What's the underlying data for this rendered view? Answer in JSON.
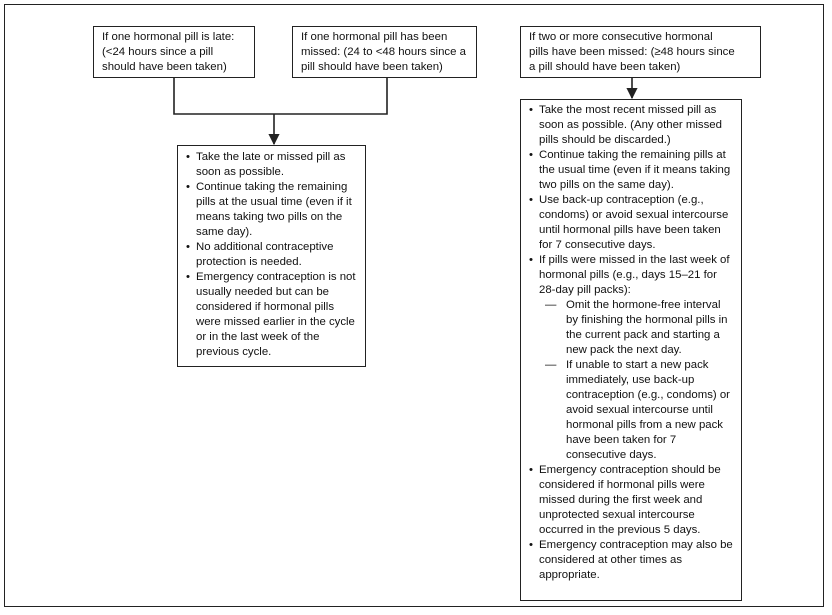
{
  "boxes": {
    "late": {
      "lines": [
        "If one hormonal pill is late:",
        "(<24 hours since a pill",
        "should have been taken)"
      ]
    },
    "missed_one": {
      "lines": [
        "If one hormonal pill has been",
        "missed: (24 to <48 hours since a",
        "pill should have been taken)"
      ]
    },
    "missed_two": {
      "lines": [
        "If two or more consecutive hormonal",
        "pills have been missed: (≥48 hours since",
        "a pill should have been taken)"
      ]
    }
  },
  "action_late_or_missed": {
    "items": [
      "Take the late or missed pill as soon as possible.",
      "Continue taking the remaining pills at the usual time (even if it means taking two pills on the same day).",
      "No additional contraceptive protection is needed.",
      "Emergency contraception is not usually needed but can be considered if hormonal pills were missed earlier in the cycle or in the last week of the previous cycle."
    ]
  },
  "action_two_or_more": {
    "items": [
      "Take the most recent missed pill as soon as possible. (Any other missed pills should be discarded.)",
      "Continue taking the remaining pills at the usual time (even if it means taking two pills on the same day).",
      "Use back-up contraception (e.g., condoms) or avoid sexual intercourse until hormonal pills have been taken for 7 consecutive days.",
      "If pills were missed in the last week of hormonal pills (e.g., days 15–21 for 28-day pill packs):",
      "Emergency contraception should be considered if hormonal pills were missed during the first week and unprotected sexual intercourse occurred in the previous 5 days.",
      "Emergency contraception may also be considered at other times as appropriate."
    ],
    "sub_items": [
      "Omit the hormone-free interval by finishing the hormonal pills in the current pack and starting a new pack the next day.",
      "If unable to start a new pack immediately, use back-up contraception (e.g., condoms) or avoid sexual intercourse until hormonal pills from a new pack have been taken for 7 consecutive days."
    ]
  },
  "colors": {
    "line": "#222222",
    "background": "#ffffff"
  }
}
